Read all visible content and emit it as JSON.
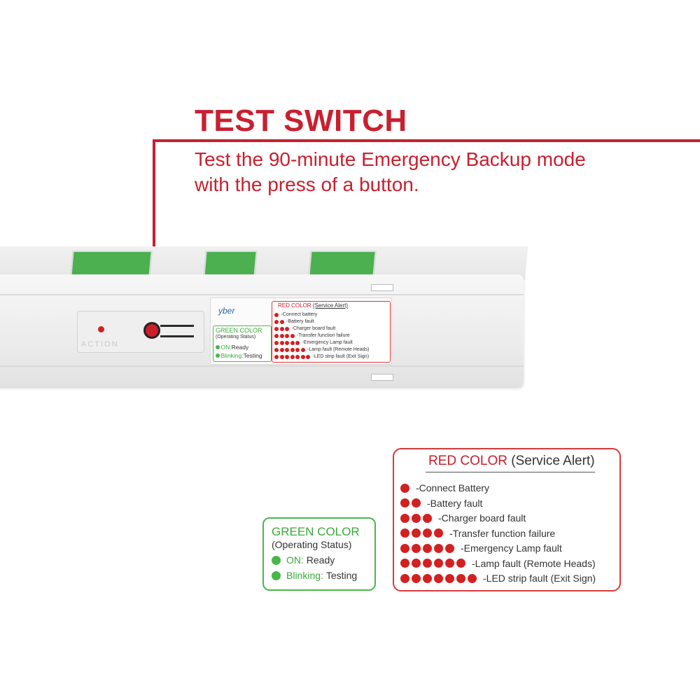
{
  "heading": {
    "title": "TEST SWITCH",
    "description": "Test the 90-minute Emergency Backup mode with the press of a button."
  },
  "device": {
    "action_label": "ACTION",
    "label": {
      "logo": "yber",
      "green": {
        "title": "GREEN COLOR",
        "subtitle": "(Operating Status)",
        "rows": [
          {
            "key": "ON:",
            "value": "Ready"
          },
          {
            "key": "Blinking:",
            "value": "Testing"
          }
        ]
      },
      "red": {
        "title": "RED COLOR",
        "subtitle": "(Service Alert)",
        "rows": [
          {
            "dots": 1,
            "text": "-Connect battery"
          },
          {
            "dots": 2,
            "text": "-Battery fault"
          },
          {
            "dots": 3,
            "text": "-Charger board fault"
          },
          {
            "dots": 4,
            "text": "-Transfer function failure"
          },
          {
            "dots": 5,
            "text": "-Emergency Lamp fault"
          },
          {
            "dots": 6,
            "text": "-Lamp fault (Remote Heads)"
          },
          {
            "dots": 7,
            "text": "-LED strip fault (Exit Sign)"
          }
        ]
      }
    }
  },
  "green_legend": {
    "title": "GREEN COLOR",
    "subtitle": "(Operating Status)",
    "rows": [
      {
        "key": "ON:",
        "value": "Ready"
      },
      {
        "key": "Blinking:",
        "value": "Testing"
      }
    ]
  },
  "red_legend": {
    "title_color": "RED COLOR",
    "title_rest": "(Service Alert)",
    "rows": [
      {
        "dots": 1,
        "text": "-Connect Battery"
      },
      {
        "dots": 2,
        "text": "-Battery fault"
      },
      {
        "dots": 3,
        "text": "-Charger board fault"
      },
      {
        "dots": 4,
        "text": "-Transfer function failure"
      },
      {
        "dots": 5,
        "text": "-Emergency Lamp fault"
      },
      {
        "dots": 6,
        "text": "-Lamp fault (Remote Heads)"
      },
      {
        "dots": 7,
        "text": "-LED strip fault (Exit Sign)"
      }
    ]
  },
  "colors": {
    "brand_red": "#c8202f",
    "status_green": "#49b649",
    "alert_red": "#d32020"
  }
}
